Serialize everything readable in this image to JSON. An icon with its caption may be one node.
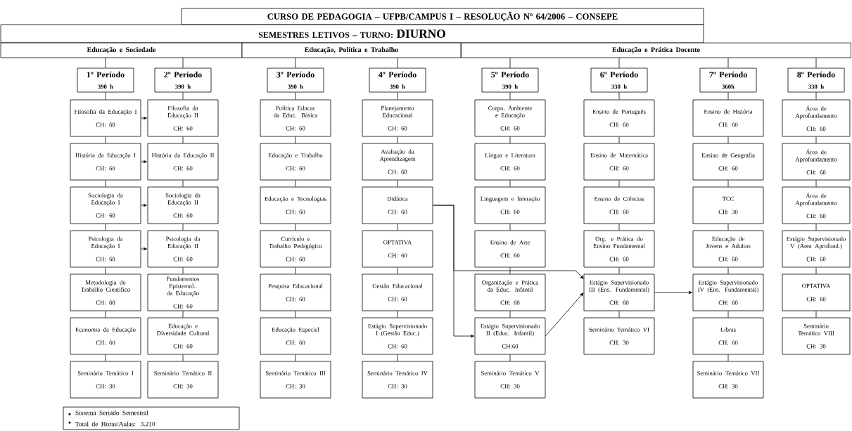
{
  "diagram": {
    "nodes": [
      {
        "text": [
          "CURSO DE PEDAGOGIA – UFPB/CAMPUS I – RESOLUÇÃO Nº 64/2006 – CONSEPE"
        ]
      },
      {
        "text": [
          "SEMESTRES LETIVOS – TURNO:",
          "DIURNO"
        ]
      },
      {
        "text": [
          "Educação e Sociedade"
        ]
      },
      {
        "text": [
          "Educação, Política e Trabalho"
        ]
      },
      {
        "text": [
          "Educação e Prática Docente"
        ]
      },
      {
        "text": [
          "1º Período",
          "390 h"
        ]
      },
      {
        "text": [
          "Filosofia da Educação I",
          "CH: 60"
        ]
      },
      {
        "text": [
          "História da Educação I",
          "CH: 60"
        ]
      },
      {
        "text": [
          "Sociologia da Educação I",
          "CH: 60"
        ]
      },
      {
        "text": [
          "Psicologia da Educação I",
          "CH: 60"
        ]
      },
      {
        "text": [
          "Metodologia do Trabalho Científico",
          "CH: 60"
        ]
      },
      {
        "text": [
          "Economia da Educação",
          "CH: 60"
        ]
      },
      {
        "text": [
          "Seminário Temático I",
          "CH: 30"
        ]
      },
      {
        "text": [
          "2º Período",
          "390 h"
        ]
      },
      {
        "text": [
          "Filosofia da Educação II",
          "CH: 60"
        ]
      },
      {
        "text": [
          "História da Educação II",
          "CH: 60"
        ]
      },
      {
        "text": [
          "Sociologia da Educação II",
          "CH: 60"
        ]
      },
      {
        "text": [
          "Psicologia da Educação II",
          "CH: 60"
        ]
      },
      {
        "text": [
          "Fundamentos Epistemol.. da Educação",
          "CH: 60"
        ]
      },
      {
        "text": [
          "Educação e Diversidade Cultural",
          "CH: 60"
        ]
      },
      {
        "text": [
          "Seminário Temático II",
          "CH: 30"
        ]
      },
      {
        "text": [
          "3º Período",
          "390 h"
        ]
      },
      {
        "text": [
          "Política Educac da Educ. Básica",
          "CH: 60"
        ]
      },
      {
        "text": [
          "Educação e Trabalho",
          "CH: 60"
        ]
      },
      {
        "text": [
          "Educação e Tecnologias",
          "CH: 60"
        ]
      },
      {
        "text": [
          "Currículo e Trabalho Pedagógico",
          "CH: 60"
        ]
      },
      {
        "text": [
          "Pesquisa Educacional",
          "CH: 60"
        ]
      },
      {
        "text": [
          "Educação Especial",
          "CH: 60"
        ]
      },
      {
        "text": [
          "Seminário Temático III",
          "CH: 30"
        ]
      },
      {
        "text": [
          "4º Período",
          "390 h"
        ]
      },
      {
        "text": [
          "Planejamento Educacional",
          "CH: 60"
        ]
      },
      {
        "text": [
          "Avaliação da Aprendizagem",
          "CH: 60"
        ]
      },
      {
        "text": [
          "Didática",
          "CH: 60"
        ]
      },
      {
        "text": [
          "OPTATIVA",
          "CH: 60"
        ]
      },
      {
        "text": [
          "Gestão Educacional",
          "CH: 60"
        ]
      },
      {
        "text": [
          "Estágio Supervisionado I (Gestão Educ.)",
          "CH: 60"
        ]
      },
      {
        "text": [
          "Seminário Temático IV",
          "CH: 30"
        ]
      },
      {
        "text": [
          "5º Período",
          "390 h"
        ]
      },
      {
        "text": [
          "Corpo, Ambiente e Educação",
          "CH: 60"
        ]
      },
      {
        "text": [
          "Língua e Literatura",
          "CH: 60"
        ]
      },
      {
        "text": [
          "Linguagem e Interação",
          "CH: 60"
        ]
      },
      {
        "text": [
          "Ensino de Arte",
          "CH: 60"
        ]
      },
      {
        "text": [
          "Organização e Prática da Educ. Infantil",
          "CH: 60"
        ]
      },
      {
        "text": [
          "Estágio Supervisionado II (Educ. Infantil)",
          "CH:60"
        ]
      },
      {
        "text": [
          "Seminário Temático V",
          "CH: 30"
        ]
      },
      {
        "text": [
          "6º Período",
          "330 h"
        ]
      },
      {
        "text": [
          "Ensino de Português",
          "CH: 60"
        ]
      },
      {
        "text": [
          "Ensino de Matemática",
          "CH: 60"
        ]
      },
      {
        "text": [
          "Ensino de Ciências",
          "CH: 60"
        ]
      },
      {
        "text": [
          "Org. e Prática do Ensino Fundamental",
          "CH: 60"
        ]
      },
      {
        "text": [
          "Estágio Supervisionado III (Ens. Fundamental)",
          "CH: 60"
        ]
      },
      {
        "text": [
          "Seminário Temático VI",
          "CH: 30"
        ]
      },
      {
        "text": [
          "7º Período",
          "360h"
        ]
      },
      {
        "text": [
          "Ensino de História",
          "CH: 60"
        ]
      },
      {
        "text": [
          "Ensino de Geografia",
          "CH: 60"
        ]
      },
      {
        "text": [
          "TCC",
          "CH: 30"
        ]
      },
      {
        "text": [
          "Educação de Jovens e Adultos",
          "CH: 60"
        ]
      },
      {
        "text": [
          "Estágio Supervisionado IV (Ens. Fundamental)",
          "CH: 60"
        ]
      },
      {
        "text": [
          "Libras",
          "CH: 60"
        ]
      },
      {
        "text": [
          "Seminário Temático VII",
          "CH: 30"
        ]
      },
      {
        "text": [
          "8º Período",
          "330 h"
        ]
      },
      {
        "text": [
          "Área de Aprofundamento",
          "CH: 60"
        ]
      },
      {
        "text": [
          "Área de Aprofundamento",
          "CH: 60"
        ]
      },
      {
        "text": [
          "Área de Aprofundamento",
          "CH: 60"
        ]
      },
      {
        "text": [
          "Estágio Supervisionado V (Área Aprofund.)",
          "CH: 60"
        ]
      },
      {
        "text": [
          "OPTATIVA",
          "CH: 60"
        ]
      },
      {
        "text": [
          "Seminário Temático VIII",
          "CH: 30"
        ]
      },
      {
        "text": [
          "Sistema Seriado Semestral",
          "Total de Horas/Aulas: 3.210"
        ]
      }
    ],
    "edges": [
      {
        "from": 2,
        "to": 5,
        "arrow": "none"
      },
      {
        "from": 2,
        "to": 13,
        "arrow": "none"
      },
      {
        "from": 3,
        "to": 21,
        "arrow": "none"
      },
      {
        "from": 3,
        "to": 29,
        "arrow": "none"
      },
      {
        "from": 4,
        "to": 37,
        "arrow": "none"
      },
      {
        "from": 4,
        "to": 45,
        "arrow": "none"
      },
      {
        "from": 4,
        "to": 52,
        "arrow": "none"
      },
      {
        "from": 4,
        "to": 60,
        "arrow": "none"
      },
      {
        "from": 5,
        "to": 6,
        "arrow": "none"
      },
      {
        "from": 6,
        "to": 7,
        "arrow": "none"
      },
      {
        "from": 7,
        "to": 8,
        "arrow": "none"
      },
      {
        "from": 8,
        "to": 9,
        "arrow": "none"
      },
      {
        "from": 9,
        "to": 10,
        "arrow": "none"
      },
      {
        "from": 10,
        "to": 11,
        "arrow": "none"
      },
      {
        "from": 11,
        "to": 12,
        "arrow": "none"
      },
      {
        "from": 13,
        "to": 14,
        "arrow": "none"
      },
      {
        "from": 14,
        "to": 15,
        "arrow": "none"
      },
      {
        "from": 15,
        "to": 16,
        "arrow": "none"
      },
      {
        "from": 16,
        "to": 17,
        "arrow": "none"
      },
      {
        "from": 17,
        "to": 18,
        "arrow": "none"
      },
      {
        "from": 18,
        "to": 19,
        "arrow": "none"
      },
      {
        "from": 19,
        "to": 20,
        "arrow": "none"
      },
      {
        "from": 21,
        "to": 22,
        "arrow": "none"
      },
      {
        "from": 22,
        "to": 23,
        "arrow": "none"
      },
      {
        "from": 23,
        "to": 24,
        "arrow": "none"
      },
      {
        "from": 24,
        "to": 25,
        "arrow": "none"
      },
      {
        "from": 25,
        "to": 26,
        "arrow": "none"
      },
      {
        "from": 26,
        "to": 27,
        "arrow": "none"
      },
      {
        "from": 27,
        "to": 28,
        "arrow": "none"
      },
      {
        "from": 29,
        "to": 30,
        "arrow": "none"
      },
      {
        "from": 30,
        "to": 31,
        "arrow": "none"
      },
      {
        "from": 31,
        "to": 32,
        "arrow": "none"
      },
      {
        "from": 32,
        "to": 33,
        "arrow": "none"
      },
      {
        "from": 33,
        "to": 34,
        "arrow": "none"
      },
      {
        "from": 34,
        "to": 35,
        "arrow": "none"
      },
      {
        "from": 35,
        "to": 36,
        "arrow": "none"
      },
      {
        "from": 37,
        "to": 38,
        "arrow": "none"
      },
      {
        "from": 38,
        "to": 39,
        "arrow": "none"
      },
      {
        "from": 39,
        "to": 40,
        "arrow": "none"
      },
      {
        "from": 40,
        "to": 41,
        "arrow": "none"
      },
      {
        "from": 41,
        "to": 42,
        "arrow": "none"
      },
      {
        "from": 42,
        "to": 43,
        "arrow": "none"
      },
      {
        "from": 43,
        "to": 44,
        "arrow": "none"
      },
      {
        "from": 45,
        "to": 46,
        "arrow": "none"
      },
      {
        "from": 46,
        "to": 47,
        "arrow": "none"
      },
      {
        "from": 47,
        "to": 48,
        "arrow": "none"
      },
      {
        "from": 48,
        "to": 49,
        "arrow": "none"
      },
      {
        "from": 49,
        "to": 50,
        "arrow": "none"
      },
      {
        "from": 50,
        "to": 51,
        "arrow": "none"
      },
      {
        "from": 52,
        "to": 53,
        "arrow": "none"
      },
      {
        "from": 53,
        "to": 54,
        "arrow": "none"
      },
      {
        "from": 54,
        "to": 55,
        "arrow": "none"
      },
      {
        "from": 55,
        "to": 56,
        "arrow": "none"
      },
      {
        "from": 56,
        "to": 57,
        "arrow": "none"
      },
      {
        "from": 57,
        "to": 58,
        "arrow": "none"
      },
      {
        "from": 58,
        "to": 59,
        "arrow": "none"
      },
      {
        "from": 60,
        "to": 61,
        "arrow": "none"
      },
      {
        "from": 61,
        "to": 62,
        "arrow": "none"
      },
      {
        "from": 62,
        "to": 63,
        "arrow": "none"
      },
      {
        "from": 63,
        "to": 64,
        "arrow": "none"
      },
      {
        "from": 64,
        "to": 65,
        "arrow": "none"
      },
      {
        "from": 65,
        "to": 66,
        "arrow": "none"
      },
      {
        "from": 6,
        "to": 14,
        "arrow": "to"
      },
      {
        "from": 7,
        "to": 15,
        "arrow": "to"
      },
      {
        "from": 8,
        "to": 16,
        "arrow": "to"
      },
      {
        "from": 9,
        "to": 17,
        "arrow": "to"
      },
      {
        "from": 32,
        "to": 43,
        "arrow": "to"
      },
      {
        "from": 32,
        "to": 50,
        "arrow": "to"
      },
      {
        "from": 43,
        "to": 50,
        "arrow": "to"
      },
      {
        "from": 50,
        "to": 57,
        "arrow": "to"
      }
    ]
  }
}
